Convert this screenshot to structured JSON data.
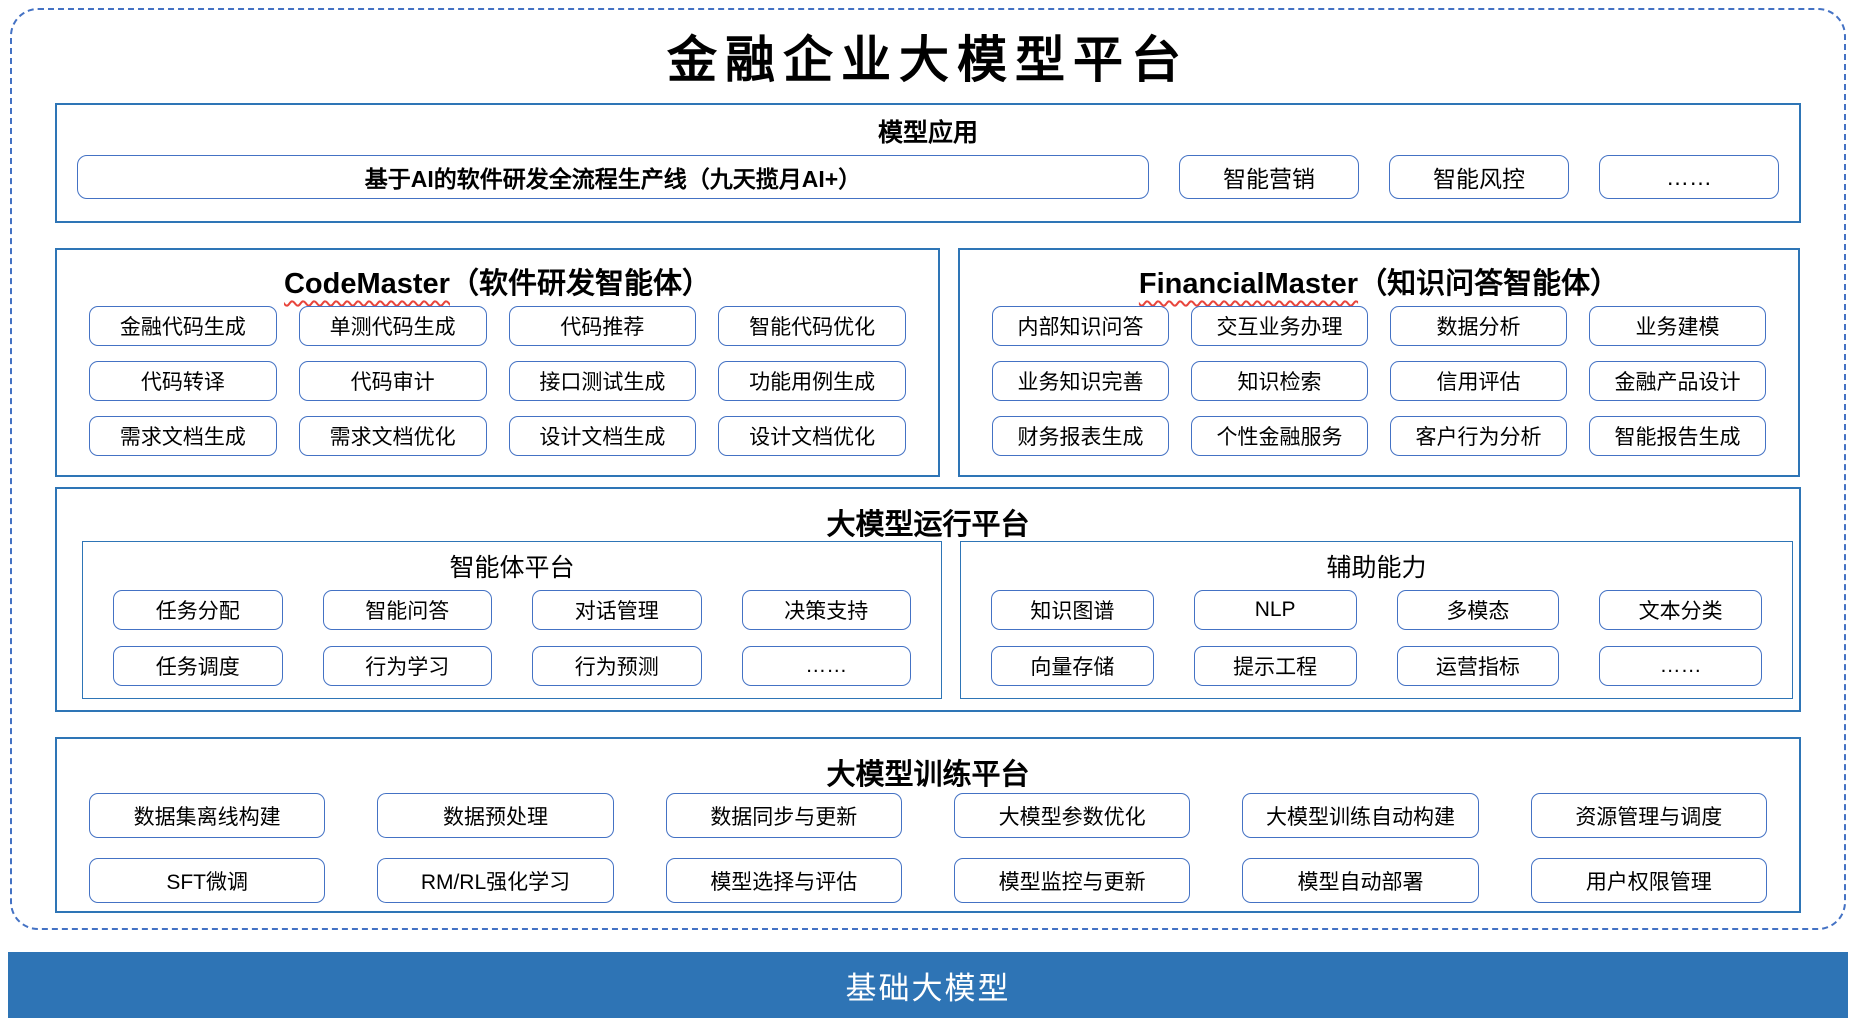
{
  "title": "金融企业大模型平台",
  "model_app": {
    "header": "模型应用",
    "pipeline": "基于AI的软件研发全流程生产线（九天揽月AI+）",
    "items": [
      "智能营销",
      "智能风控",
      "……"
    ]
  },
  "code_master": {
    "name": "CodeMaster",
    "subtitle": "（软件研发智能体）",
    "items": [
      "金融代码生成",
      "单测代码生成",
      "代码推荐",
      "智能代码优化",
      "代码转译",
      "代码审计",
      "接口测试生成",
      "功能用例生成",
      "需求文档生成",
      "需求文档优化",
      "设计文档生成",
      "设计文档优化"
    ]
  },
  "financial_master": {
    "name": "FinancialMaster",
    "subtitle": "（知识问答智能体）",
    "items": [
      "内部知识问答",
      "交互业务办理",
      "数据分析",
      "业务建模",
      "业务知识完善",
      "知识检索",
      "信用评估",
      "金融产品设计",
      "财务报表生成",
      "个性金融服务",
      "客户行为分析",
      "智能报告生成"
    ]
  },
  "runtime": {
    "header": "大模型运行平台",
    "agent_platform": {
      "header": "智能体平台",
      "items": [
        "任务分配",
        "智能问答",
        "对话管理",
        "决策支持",
        "任务调度",
        "行为学习",
        "行为预测",
        "……"
      ]
    },
    "aux_capability": {
      "header": "辅助能力",
      "items": [
        "知识图谱",
        "NLP",
        "多模态",
        "文本分类",
        "向量存储",
        "提示工程",
        "运营指标",
        "……"
      ]
    }
  },
  "training": {
    "header": "大模型训练平台",
    "items": [
      "数据集离线构建",
      "数据预处理",
      "数据同步与更新",
      "大模型参数优化",
      "大模型训练自动构建",
      "资源管理与调度",
      "SFT微调",
      "RM/RL强化学习",
      "模型选择与评估",
      "模型监控与更新",
      "模型自动部署",
      "用户权限管理"
    ]
  },
  "foundation": {
    "label": "基础大模型"
  },
  "colors": {
    "section_border": "#2e75b6",
    "chip_border": "#4472c4",
    "dashed_border": "#4472c4",
    "foundation_bg": "#2e74b5",
    "wavy_underline": "#e8453c",
    "text": "#000000",
    "foundation_text": "#ffffff"
  }
}
